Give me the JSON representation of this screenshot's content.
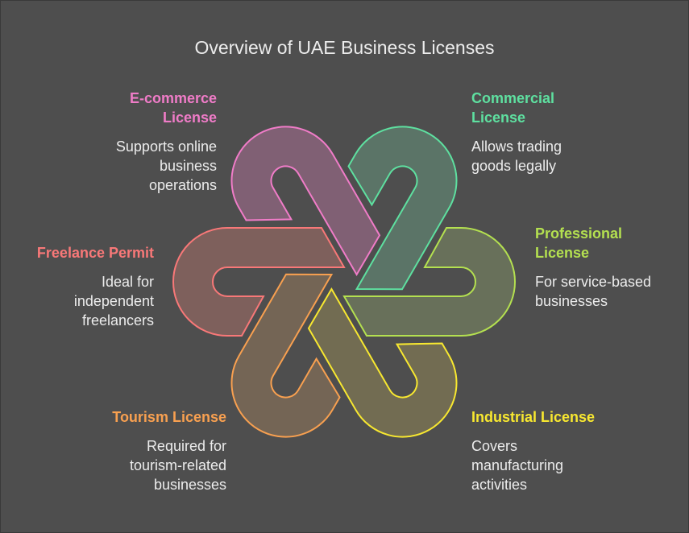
{
  "title": "Overview of UAE Business Licenses",
  "items": [
    {
      "id": "ecommerce",
      "heading": "E-commerce License",
      "description": "Supports online business operations",
      "color": "#f07cc8",
      "fill": "#806074",
      "rotation": 60
    },
    {
      "id": "commercial",
      "heading": "Commercial License",
      "description": "Allows trading goods legally",
      "color": "#5ee0a0",
      "fill": "#5b7467",
      "rotation": 120
    },
    {
      "id": "professional",
      "heading": "Professional License",
      "description": "For service-based businesses",
      "color": "#b4e050",
      "fill": "#68705a",
      "rotation": 180
    },
    {
      "id": "industrial",
      "heading": "Industrial License",
      "description": "Covers manufacturing activities",
      "color": "#f8e830",
      "fill": "#726c52",
      "rotation": 240
    },
    {
      "id": "tourism",
      "heading": "Tourism License",
      "description": "Required for tourism-related businesses",
      "color": "#f8a050",
      "fill": "#746555",
      "rotation": 300
    },
    {
      "id": "freelance",
      "heading": "Freelance Permit",
      "description": "Ideal for independent freelancers",
      "color": "#f87878",
      "fill": "#7e605c",
      "rotation": 0
    }
  ]
}
